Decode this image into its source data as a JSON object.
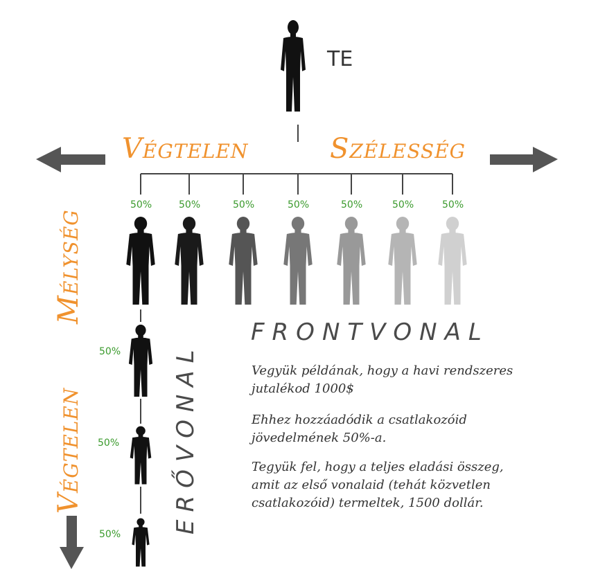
{
  "top_person": {
    "label": "TE"
  },
  "width": {
    "left_title": "Végtelen",
    "right_title": "Szélesség"
  },
  "depth": {
    "title": "Mélység",
    "bottom_title": "Végtelen"
  },
  "front_line": {
    "title": "FRONTVONAL",
    "percent": "50%",
    "count": 7
  },
  "power_line": {
    "title": "ERŐVONAL",
    "percent": "50%",
    "count": 3
  },
  "notes": [
    "Vegyük példának, hogy a havi rendszeres\njutalékod 1000$",
    "Ehhez hozzáadódik a csatlakozóid\njövedelmének 50%-a.",
    "Tegyük fel, hogy a teljes  eladási összeg,\namit az első vonalaid (tehát közvetlen\n csatlakozóid) termeltek, 1500 dollár."
  ],
  "colors": {
    "accent": "#f0922e",
    "percent_green": "#3a9a2c",
    "arrow_gray": "#555555",
    "silhouette_shades": [
      "#111111",
      "#1a1a1a",
      "#555555",
      "#777777",
      "#999999",
      "#b5b5b5",
      "#d0d0d0"
    ]
  }
}
